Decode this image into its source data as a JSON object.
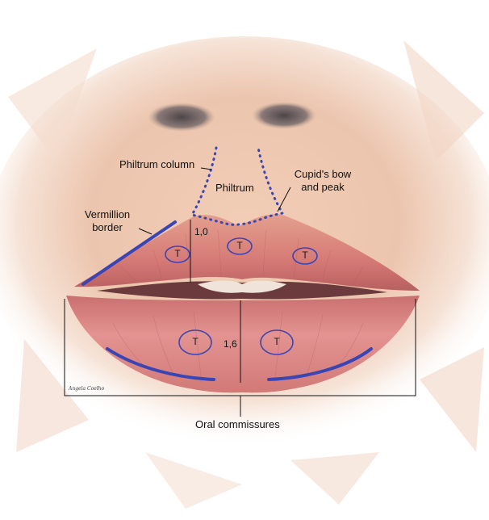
{
  "labels": {
    "philtrum_column": "Philtrum column",
    "philtrum": "Philtrum",
    "cupids_bow": [
      "Cupid's bow",
      "and peak"
    ],
    "vermillion_border": [
      "Vermillion",
      "border"
    ],
    "ratio_upper": "1,0",
    "ratio_lower": "1,6",
    "oral_commissures": "Oral commissures",
    "tension_marker": "T"
  },
  "signature": "Angela Coelho",
  "colors": {
    "annotation_blue": "#3a45b5",
    "lip_upper": "#d77a78",
    "lip_lower": "#dd8583",
    "skin": "#e9c4ad",
    "nostril": "#6d6466",
    "line": "#111111"
  }
}
